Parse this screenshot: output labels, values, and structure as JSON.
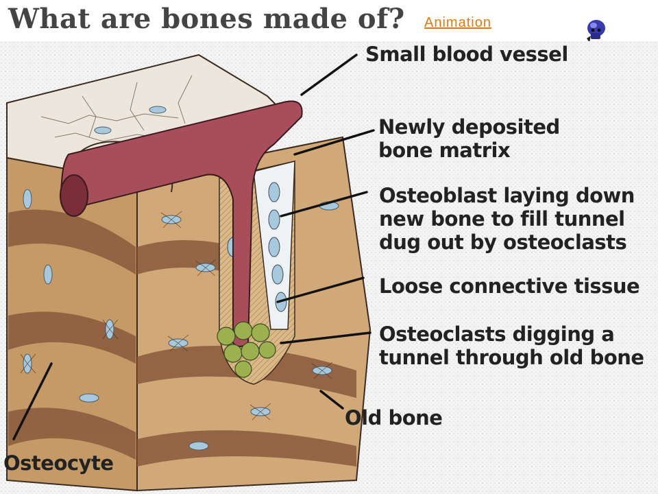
{
  "slide": {
    "title": "What are bones made of?",
    "animation_link": "Animation"
  },
  "icons": {
    "skull": "skull-icon"
  },
  "colors": {
    "link": "#e07a10",
    "title": "#444444",
    "blood_vessel": "#a84e5a",
    "bone_tan": "#c9a26b",
    "bone_dark": "#8a5a3c",
    "osteoclast": "#9cb050",
    "osteoblast": "#a8c8dc"
  },
  "labels": {
    "small_blood_vessel": "Small blood vessel",
    "newly_deposited": [
      "Newly deposited",
      "bone matrix"
    ],
    "osteoblast": [
      "Osteoblast laying down",
      "new bone to fill tunnel",
      "dug out by osteoclasts"
    ],
    "loose_connective": "Loose connective tissue",
    "osteoclasts": [
      "Osteoclasts digging a",
      "tunnel through old bone"
    ],
    "old_bone": "Old bone",
    "osteocyte": "Osteocyte"
  }
}
